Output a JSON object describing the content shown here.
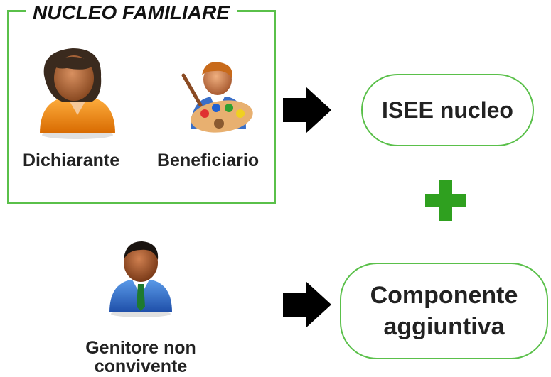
{
  "frame": {
    "title": "NUCLEO FAMILIARE"
  },
  "persons": {
    "dichiarante": {
      "label": "Dichiarante",
      "icon": "woman-user-icon"
    },
    "beneficiario": {
      "label": "Beneficiario",
      "icon": "child-painter-icon"
    },
    "genitore": {
      "label_line1": "Genitore non",
      "label_line2": "convivente",
      "icon": "man-user-icon"
    }
  },
  "outputs": {
    "isee_nucleo": "ISEE nucleo",
    "componente_line1": "Componente",
    "componente_line2": "aggiuntiva"
  },
  "colors": {
    "accent_green": "#5ac04a",
    "plus_green": "#2fa01f",
    "arrow": "#000000"
  }
}
